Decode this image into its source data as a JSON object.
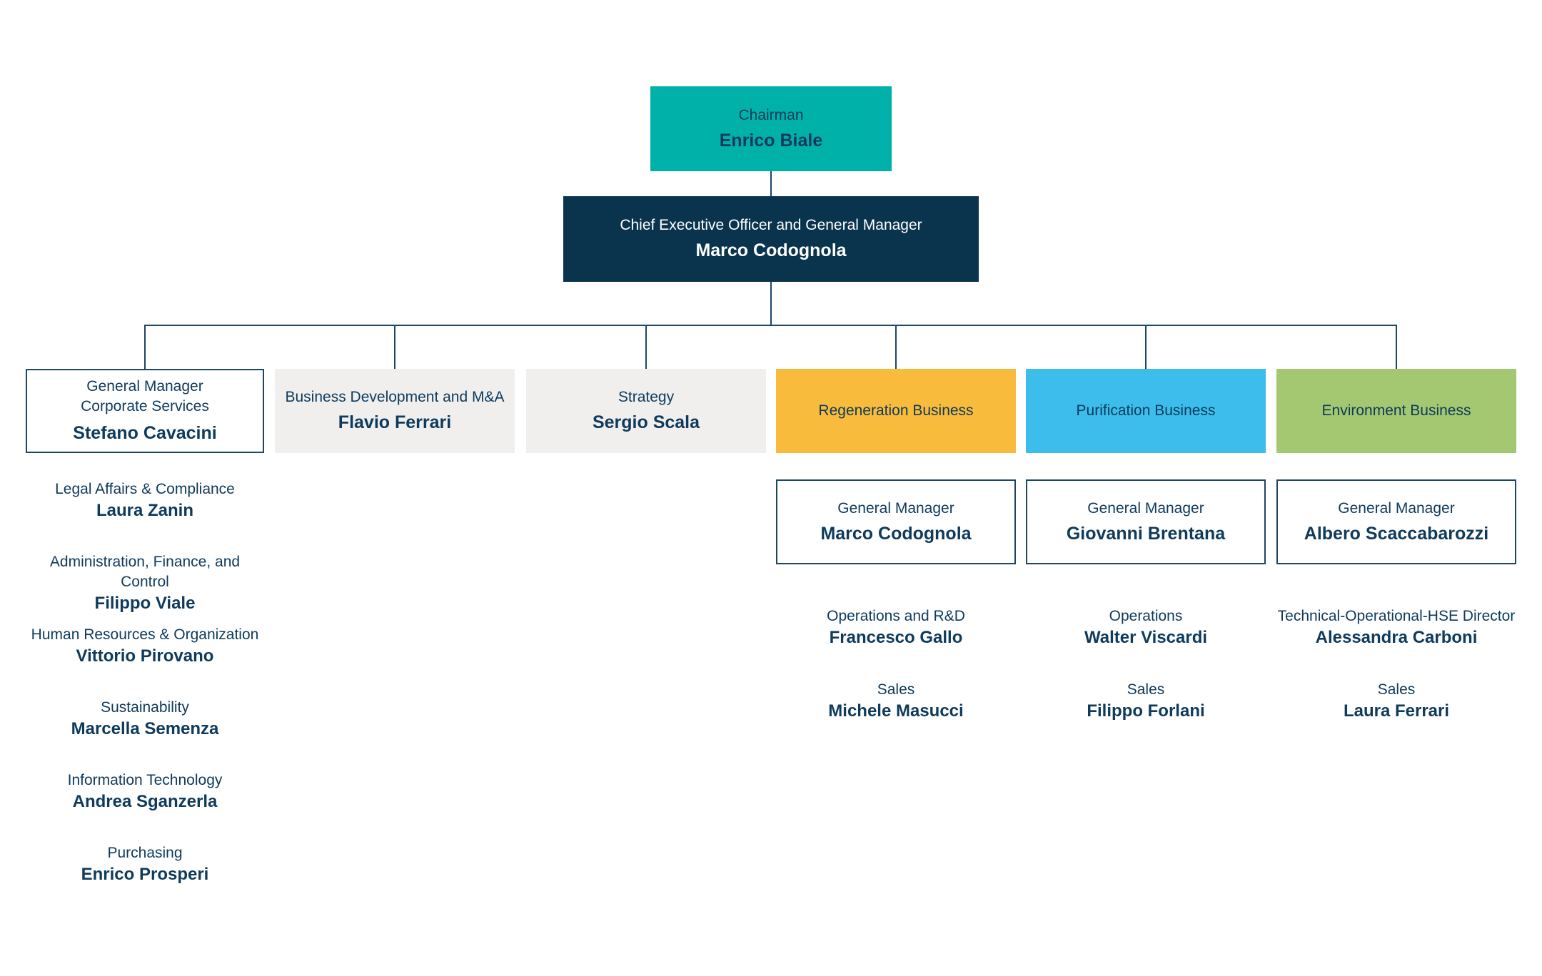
{
  "colors": {
    "teal": "#00b1a9",
    "navy": "#0a344e",
    "ink": "#0e3a5c",
    "box_gray": "#f0efee",
    "orange": "#f8bb3c",
    "blue": "#3cbdeb",
    "green": "#a4c771",
    "line": "#1d4663",
    "white": "#ffffff"
  },
  "chairman": {
    "title": "Chairman",
    "name": "Enrico Biale"
  },
  "ceo": {
    "title": "Chief Executive Officer and General Manager",
    "name": "Marco Codognola"
  },
  "top_row": [
    {
      "title_lines": [
        "General Manager",
        "Corporate Services"
      ],
      "name": "Stefano Cavacini"
    },
    {
      "title": "Business Development and M&A",
      "name": "Flavio Ferrari"
    },
    {
      "title": "Strategy",
      "name": "Sergio Scala"
    },
    {
      "label": "Regeneration Business"
    },
    {
      "label": "Purification Business"
    },
    {
      "label": "Environment Business"
    }
  ],
  "corporate_roles": [
    {
      "title": "Legal Affairs & Compliance",
      "name": "Laura Zanin"
    },
    {
      "title": "Administration, Finance, and Control",
      "name": "Filippo Viale"
    },
    {
      "title": "Human Resources & Organization",
      "name": "Vittorio Pirovano"
    },
    {
      "title": "Sustainability",
      "name": "Marcella Semenza"
    },
    {
      "title": "Information Technology",
      "name": "Andrea Sganzerla"
    },
    {
      "title": "Purchasing",
      "name": "Enrico Prosperi"
    }
  ],
  "business_columns": [
    {
      "unit": "Regeneration Business",
      "gm": {
        "title": "General Manager",
        "name": "Marco Codognola"
      },
      "roles": [
        {
          "title": "Operations and R&D",
          "name": "Francesco Gallo"
        },
        {
          "title": "Sales",
          "name": "Michele Masucci"
        }
      ]
    },
    {
      "unit": "Purification Business",
      "gm": {
        "title": "General Manager",
        "name": "Giovanni Brentana"
      },
      "roles": [
        {
          "title": "Operations",
          "name": "Walter Viscardi"
        },
        {
          "title": "Sales",
          "name": "Filippo Forlani"
        }
      ]
    },
    {
      "unit": "Environment Business",
      "gm": {
        "title": "General Manager",
        "name": "Albero Scaccabarozzi"
      },
      "roles": [
        {
          "title": "Technical-Operational-HSE Director",
          "name": "Alessandra Carboni"
        },
        {
          "title": "Sales",
          "name": "Laura Ferrari"
        }
      ]
    }
  ]
}
